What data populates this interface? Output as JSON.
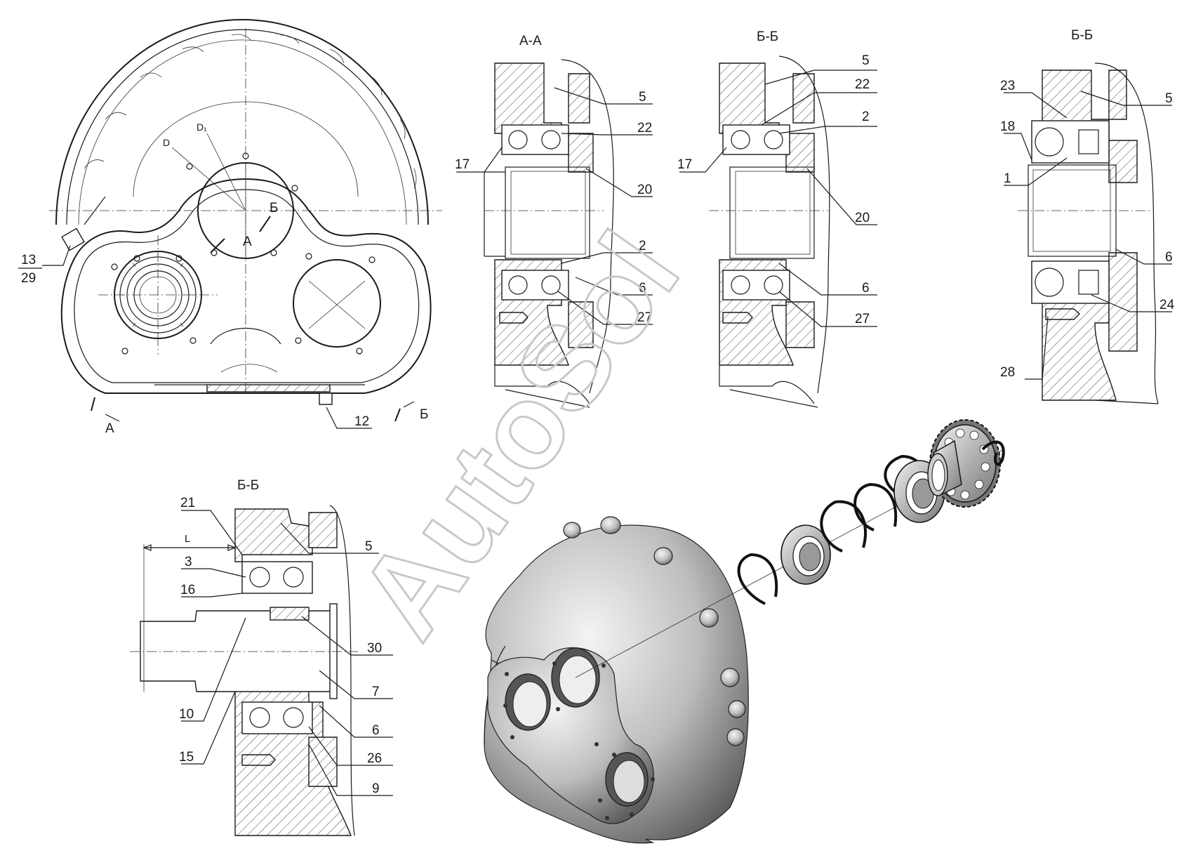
{
  "watermark": "AutoSol",
  "views": {
    "front": {
      "labels": [
        "13",
        "29",
        "12"
      ],
      "section_marks": [
        "А",
        "Б",
        "А",
        "Б"
      ],
      "dim_labels": [
        "D",
        "D₁"
      ]
    },
    "section_aa": {
      "title": "А-А",
      "left_labels": [
        "17"
      ],
      "right_labels": [
        "5",
        "22",
        "20",
        "2",
        "6",
        "27"
      ]
    },
    "section_bb1": {
      "title": "Б-Б",
      "left_labels": [
        "17"
      ],
      "right_labels": [
        "5",
        "22",
        "2",
        "20",
        "6",
        "27"
      ]
    },
    "section_bb2": {
      "title": "Б-Б",
      "left_labels": [
        "23",
        "18",
        "1",
        "28"
      ],
      "right_labels": [
        "5",
        "6",
        "24"
      ]
    },
    "section_bb3": {
      "title": "Б-Б",
      "dim_label": "L",
      "left_labels": [
        "21",
        "3",
        "16",
        "10",
        "15"
      ],
      "right_labels": [
        "5",
        "30",
        "7",
        "6",
        "26",
        "9"
      ]
    }
  }
}
